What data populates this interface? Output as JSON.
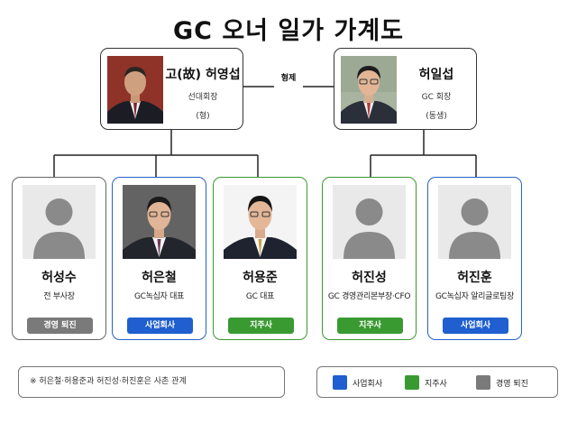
{
  "title": "GC 오너 일가 가계도",
  "relation_label": "형제",
  "parents": [
    {
      "name": "고(故) 허영섭",
      "role": "선대회장",
      "note": "(형)"
    },
    {
      "name": "허일섭",
      "role": "GC 회장",
      "note": "(동생)"
    }
  ],
  "children": [
    {
      "name": "허성수",
      "role": "전 부사장",
      "badge": "경영 퇴진",
      "category": "retired"
    },
    {
      "name": "허은철",
      "role": "GC녹십자 대표",
      "badge": "사업회사",
      "category": "business"
    },
    {
      "name": "허용준",
      "role": "GC 대표",
      "badge": "지주사",
      "category": "holding"
    },
    {
      "name": "허진성",
      "role": "GC 경영관리본부장·CFO",
      "badge": "지주사",
      "category": "holding"
    },
    {
      "name": "허진훈",
      "role": "GC녹십자 알리글로팀장",
      "badge": "사업회사",
      "category": "business"
    }
  ],
  "footnote": "※ 허은철·허용준과 허진성·허진훈은 사촌 관계",
  "legend": [
    {
      "label": "사업회사",
      "color": "#1f5fcf"
    },
    {
      "label": "지주사",
      "color": "#3a9a32"
    },
    {
      "label": "경영 퇴진",
      "color": "#7a7a7a"
    }
  ],
  "colors": {
    "business": "#1f5fcf",
    "holding": "#3a9a32",
    "retired": "#7a7a7a"
  },
  "icons": [
    "person-silhouette-icon",
    "elder-portrait-photo",
    "portrait-photo"
  ]
}
